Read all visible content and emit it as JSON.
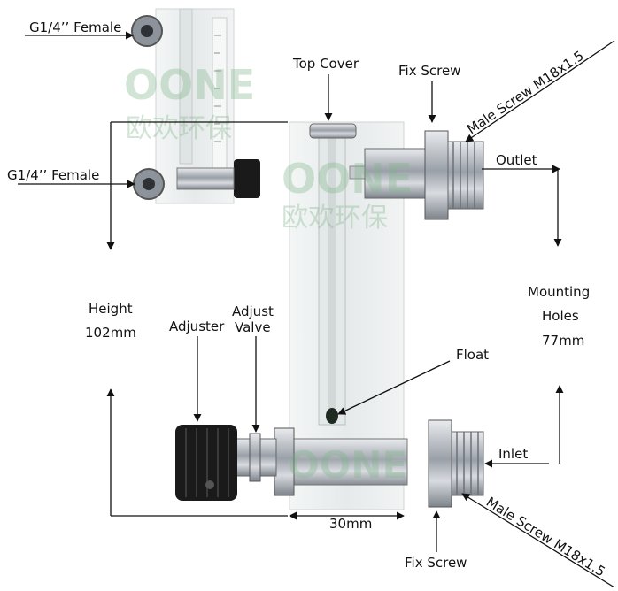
{
  "labels": {
    "g14_top": "G1/4’’ Female",
    "g14_mid": "G1/4’’ Female",
    "top_cover": "Top Cover",
    "fix_screw_top": "Fix Screw",
    "male_screw_top": "Male Screw M18x1.5",
    "outlet": "Outlet",
    "height_1": "Height",
    "height_2": "102mm",
    "adjuster": "Adjuster",
    "adjust_valve_1": "Adjust",
    "adjust_valve_2": "Valve",
    "float": "Float",
    "mounting_1": "Mounting",
    "mounting_2": "Holes",
    "mounting_3": "77mm",
    "inlet": "Inlet",
    "width": "30mm",
    "fix_screw_bottom": "Fix Screw",
    "male_screw_bottom": "Male Screw M18x1.5"
  },
  "watermark": {
    "logo": "OONE",
    "chinese": "欧欢环保"
  },
  "colors": {
    "line": "#111111",
    "metal": "#b8bcc2",
    "knob": "#1a1a1a",
    "glass": "#eef1f1",
    "watermark": "#7fb58a"
  }
}
